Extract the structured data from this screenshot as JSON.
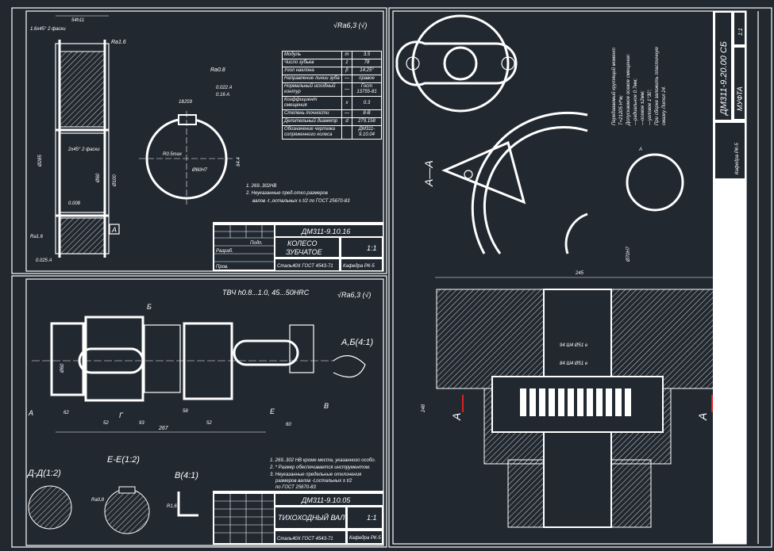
{
  "sheets": {
    "gear": {
      "roughness": "√Ra6,3 (√)",
      "ra16": "Ra1.6",
      "ra08": "Ra0.8",
      "dims": {
        "width": "54h11",
        "chamfer": "1.6x45° 2 фаски",
        "od": "Ø285",
        "bore": "Ø60",
        "bore_dim": "Ø60H7",
        "key": "18JS9",
        "kd": "64.4",
        "hub": "Ø100",
        "tol1": "0.022 A",
        "tol2": "0.16 A",
        "tol3": "0.008",
        "tol4": "0.025 A",
        "r": "R0.5max",
        "b": "2x45° 2 фаски"
      },
      "table": {
        "rows": [
          {
            "name": "Модуль",
            "sym": "m",
            "val": "3.5"
          },
          {
            "name": "Число зубьев",
            "sym": "z",
            "val": "78"
          },
          {
            "name": "Угол наклона",
            "sym": "β",
            "val": "14.25°"
          },
          {
            "name": "Направление линии зуба",
            "sym": "—",
            "val": "правое"
          },
          {
            "name": "Нормальный исходный контур",
            "sym": "—",
            "val": "Гост 13755-81"
          },
          {
            "name": "Коэффициент смещения",
            "sym": "x",
            "val": "0.3"
          },
          {
            "name": "Степень точности",
            "sym": "—",
            "val": "8-В"
          },
          {
            "name": "Делительный диаметр",
            "sym": "d",
            "val": "279.158"
          },
          {
            "name": "Обозначение чертежа сопряженного колеса",
            "sym": "",
            "val": "ДМ311-9.10.04"
          }
        ]
      },
      "notes": [
        "1. 269..302HB",
        "2. Неуказанные пред.откл.размеров",
        "валов -t ,остальных ± t/2 по ГОСТ 25670-83"
      ],
      "title_block": {
        "code": "ДМ311-9.10.16",
        "name1": "КОЛЕСО",
        "name2": "ЗУБЧАТОЕ",
        "material": "Сталь40Х ГОСТ 4543-71",
        "scale": "1:1",
        "org": "Кафедра РК-5",
        "sign": "Подп.",
        "dev": "Разраб.",
        "check": "Пров."
      }
    },
    "shaft": {
      "roughness": "√Ra6,3 (√)",
      "hardening": "ТВЧ h0.8...1.0, 45...50HRC",
      "section_labels": {
        "dd": "Д-Д(1:2)",
        "ee": "Е-Е(1:2)",
        "v": "В(4:1)",
        "ab": "А,Б(4:1)"
      },
      "letters": {
        "a": "А",
        "b": "Б",
        "v": "В",
        "g": "Г",
        "e": "Е"
      },
      "dims": {
        "total": "267",
        "d1": "52",
        "d2": "52",
        "d3": "58",
        "d4": "93",
        "d5": "60",
        "d6": "62",
        "d7": "Ø60",
        "r": "R1,6",
        "ra": "Ra0,8"
      },
      "notes": [
        "1. 269..302 HB кроме места, указанного особо.",
        "2. * Размер обеспечивается инструментом.",
        "3. Неуказанные предельные отклонения",
        "размеров валов -t,остальных ± t/2",
        "по ГОСТ 25670-83"
      ],
      "title_block": {
        "code": "ДМ311-9.10.05",
        "name": "ТИХОХОДНЫЙ ВАЛ",
        "material": "Сталь40Х ГОСТ 4543-71",
        "scale": "1:1",
        "org": "Кафедра РК-5"
      }
    },
    "coupling": {
      "section": "А—А",
      "notes": [
        "Передаваемый крутящий момент",
        "Т=21205 Н*м;",
        "Допускаемое осевое смещение:",
        "—радиальное 0.7мм;",
        "—осевое ±2мм;",
        "—угловое 1°30';",
        "При сборке заложить пластичную",
        "смазку Литол 24."
      ],
      "dims": {
        "width": "245",
        "height": "248",
        "bore": "Ø70H7",
        "fit1": "94 Ш4 Ø51 e",
        "fit2": "84 Ш4 Ø51 e",
        "sec": "А"
      },
      "title_block": {
        "code": "ДМ311-9.20.00 СБ",
        "name": "МУФТА",
        "scale": "1:1",
        "org": "Кафедра РК-5"
      }
    }
  }
}
